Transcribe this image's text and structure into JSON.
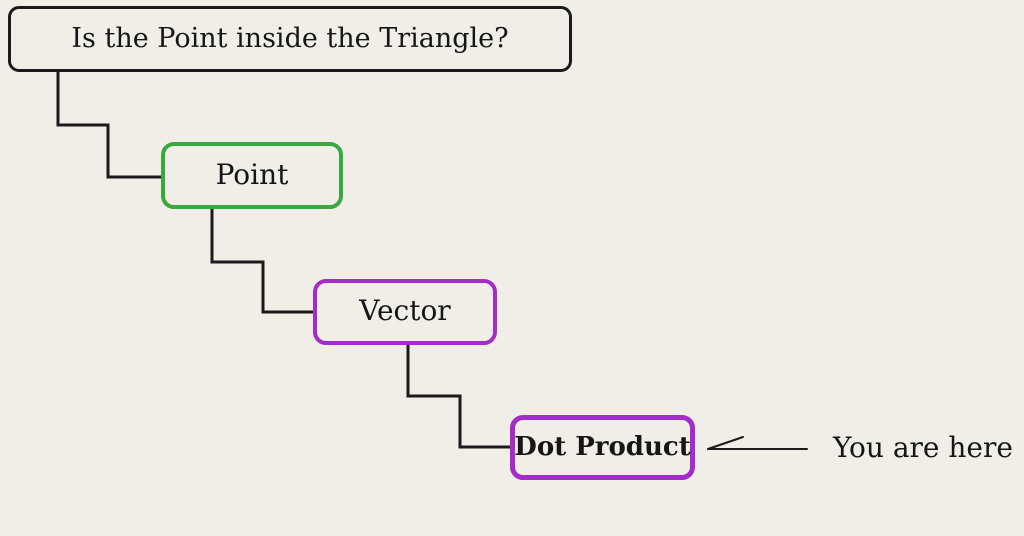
{
  "diagram": {
    "root": {
      "label": "Is the Point inside the Triangle?"
    },
    "nodes": [
      {
        "label": "Point"
      },
      {
        "label": "Vector"
      },
      {
        "label": "Dot Product"
      }
    ],
    "annotation": {
      "label": "You are here"
    },
    "colors": {
      "background": "#f1eee8",
      "line": "#1b1b1b",
      "text": "#161616",
      "root-border": "#1b1b1b",
      "point-border": "#3aa83e",
      "vector-border": "#a42cc9",
      "dot-border": "#a42cc9"
    }
  }
}
